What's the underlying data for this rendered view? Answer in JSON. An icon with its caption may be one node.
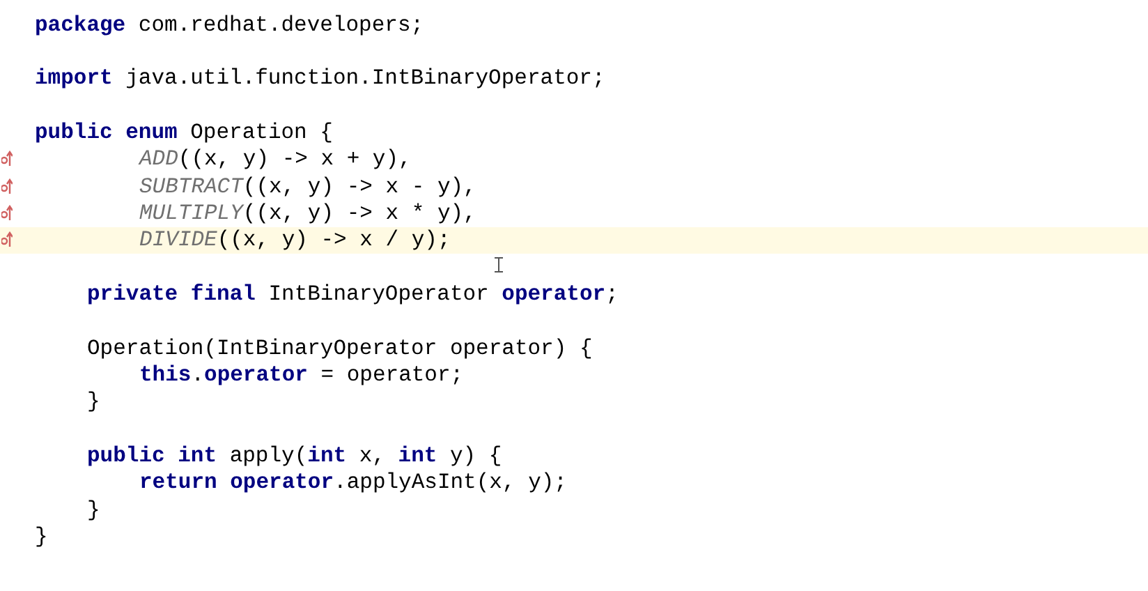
{
  "diagram": {
    "labels": [
      "**package** com.redhat.developers;",
      "**import** java.util.function.IntBinaryOperator;",
      "**public enum** Operation {",
      "*ADD*((x, y) -> x + y),",
      "*SUBTRACT*((x, y) -> x - y),",
      "*MULTIPLY*((x, y) -> x * y),",
      "*DIVIDE*((x, y) -> x / y);",
      "**private final** IntBinaryOperator **operator**;",
      "Operation(IntBinaryOperator operator) {",
      "**this**.**operator** = operator;",
      "}",
      "**public int** apply(**int** x, **int** y) {",
      "**return** **operator**.applyAsInt(x, y);",
      "}",
      "}"
    ]
  }
}
